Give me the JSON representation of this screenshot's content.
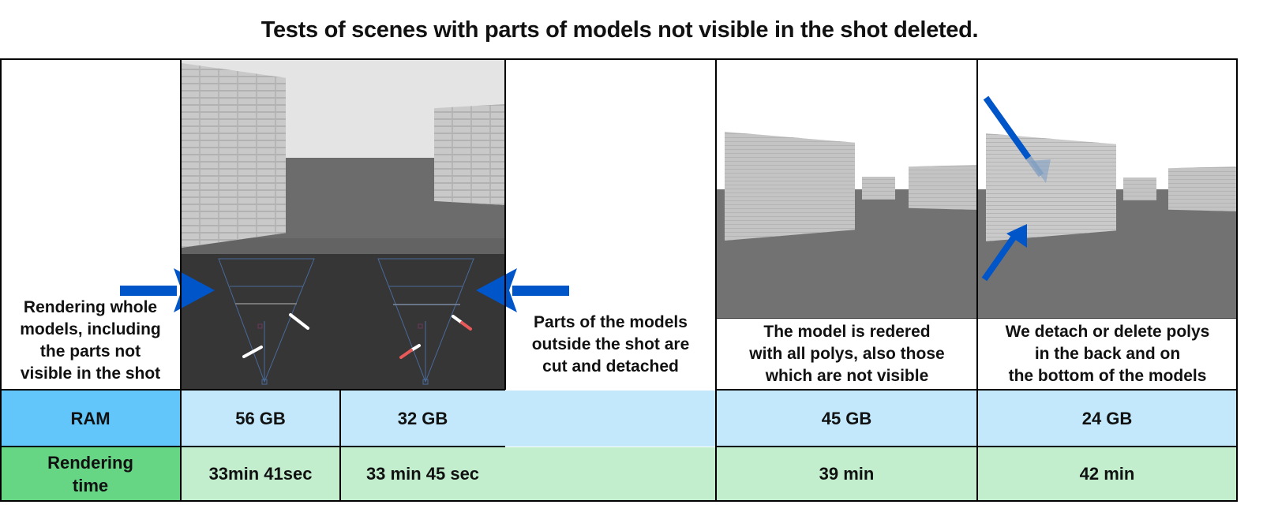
{
  "title": "Tests of scenes with parts of models not visible in the shot deleted.",
  "columns": [
    {
      "id": "whole-models",
      "description": "Rendering whole models, including the parts not visible in the shot",
      "description_lines": [
        "Rendering whole",
        "models, including",
        "the parts not",
        "visible in the shot"
      ]
    },
    {
      "id": "render-preview-1",
      "image": "render-with-brick-walls-and-camera-frustum-viewport"
    },
    {
      "id": "cut-detached",
      "description": "Parts of the models outside the shot are cut and detached",
      "description_lines": [
        "Parts of the models",
        "outside the shot are",
        "cut and detached"
      ]
    },
    {
      "id": "all-polys",
      "image": "render-brick-walls-scene",
      "caption": "The model is redered with all polys, also those which are not visible",
      "caption_lines": [
        "The model is redered",
        "with all polys, also those",
        "which are not visible"
      ]
    },
    {
      "id": "deleted-polys",
      "image": "render-brick-walls-scene-with-arrows",
      "caption": "We detach or delete polys in the back and on the bottom of the models",
      "caption_lines": [
        "We detach or delete polys",
        "in the back and on",
        "the bottom of the models"
      ]
    }
  ],
  "rows": {
    "ram": {
      "label": "RAM",
      "values": [
        "56 GB",
        "32 GB",
        "",
        "45 GB",
        "24 GB"
      ]
    },
    "rendering_time": {
      "label": "Rendering time",
      "label_lines": [
        "Rendering",
        "time"
      ],
      "values": [
        "33min 41sec",
        "33 min 45 sec",
        "",
        "39 min",
        "42 min"
      ]
    }
  },
  "colors": {
    "ram_label_bg": "#62c6fb",
    "ram_cell_bg": "#c3e8fc",
    "time_label_bg": "#66d685",
    "time_cell_bg": "#c2eece",
    "arrow_blue": "#0055c8",
    "viewport_bg": "#363636",
    "frustum_line": "#4a6a9a",
    "cut_marker_red": "#e85a5a"
  }
}
